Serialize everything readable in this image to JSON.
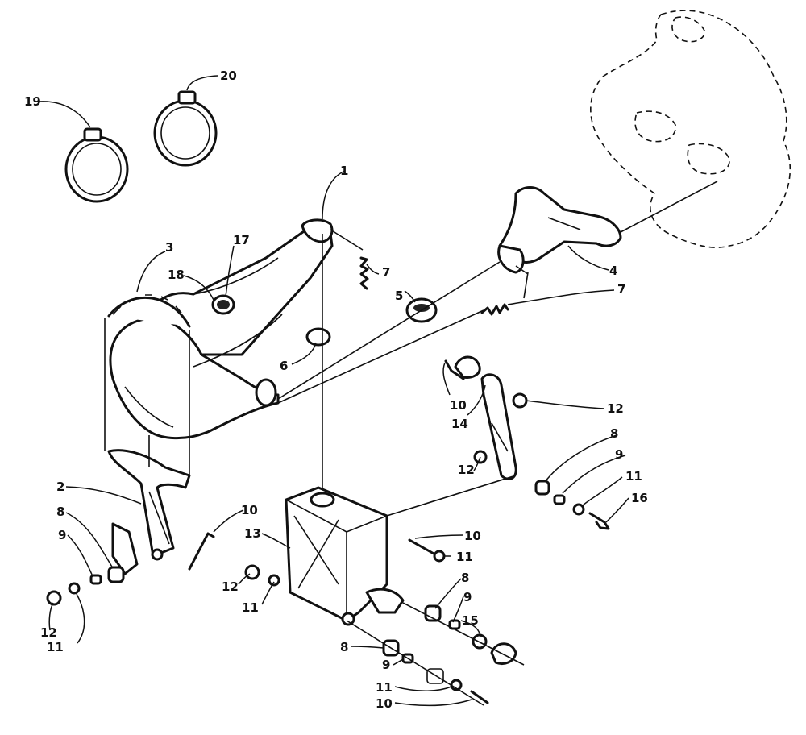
{
  "callouts": [
    {
      "id": "c19",
      "text": "19"
    },
    {
      "id": "c20",
      "text": "20"
    },
    {
      "id": "c1",
      "text": "1"
    },
    {
      "id": "c3",
      "text": "3"
    },
    {
      "id": "c17",
      "text": "17"
    },
    {
      "id": "c18",
      "text": "18"
    },
    {
      "id": "c7a",
      "text": "7"
    },
    {
      "id": "c5",
      "text": "5"
    },
    {
      "id": "c4",
      "text": "4"
    },
    {
      "id": "c7b",
      "text": "7"
    },
    {
      "id": "c6",
      "text": "6"
    },
    {
      "id": "c10a",
      "text": "10"
    },
    {
      "id": "c14",
      "text": "14"
    },
    {
      "id": "c12a",
      "text": "12"
    },
    {
      "id": "c8a",
      "text": "8"
    },
    {
      "id": "c12b",
      "text": "12"
    },
    {
      "id": "c9a",
      "text": "9"
    },
    {
      "id": "c11a",
      "text": "11"
    },
    {
      "id": "c16",
      "text": "16"
    },
    {
      "id": "c2",
      "text": "2"
    },
    {
      "id": "c10b",
      "text": "10"
    },
    {
      "id": "c8b",
      "text": "8"
    },
    {
      "id": "c13",
      "text": "13"
    },
    {
      "id": "c10c",
      "text": "10"
    },
    {
      "id": "c9b",
      "text": "9"
    },
    {
      "id": "c11b",
      "text": "11"
    },
    {
      "id": "c12c",
      "text": "12"
    },
    {
      "id": "c11c",
      "text": "11"
    },
    {
      "id": "c8c",
      "text": "8"
    },
    {
      "id": "c9c",
      "text": "9"
    },
    {
      "id": "c15",
      "text": "15"
    },
    {
      "id": "c12d",
      "text": "12"
    },
    {
      "id": "c11d",
      "text": "11"
    },
    {
      "id": "c8d",
      "text": "8"
    },
    {
      "id": "c9d",
      "text": "9"
    },
    {
      "id": "c11e",
      "text": "11"
    },
    {
      "id": "c10d",
      "text": "10"
    }
  ]
}
